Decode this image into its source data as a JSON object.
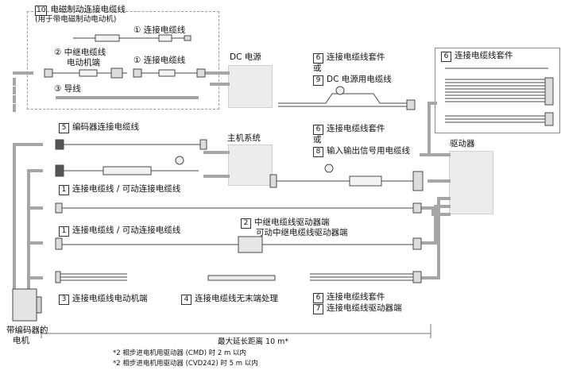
{
  "labels": {
    "brake_cable_num": "10",
    "brake_cable_title": "电磁制动连接电缆线",
    "brake_cable_sub": "(用于带电磁制动电动机)",
    "sub1_mark": "①",
    "sub1_text": "连接电缆线",
    "sub2_mark": "②",
    "sub2_text_a": "中继电缆线",
    "sub2_text_b": "电动机端",
    "sub1b_mark": "①",
    "sub1b_text": "连接电缆线",
    "sub3_mark": "③",
    "sub3_text": "导线",
    "dc_power": "DC 电源",
    "kit6a_num": "6",
    "kit6a_text": "连接电缆线套件",
    "or_a": "或",
    "cable9_num": "9",
    "cable9_text": "DC 电源用电缆线",
    "kit6r_num": "6",
    "kit6r_text": "连接电缆线套件",
    "enc_num": "5",
    "enc_text": "编码器连接电缆线",
    "host": "主机系统",
    "kit6b_num": "6",
    "kit6b_text": "连接电缆线套件",
    "or_b": "或",
    "cable8_num": "8",
    "cable8_text": "输入输出信号用电缆线",
    "driver": "驱动器",
    "c1a_num": "1",
    "c1a_text": "连接电缆线 / 可动连接电缆线",
    "c1b_num": "1",
    "c1b_text": "连接电缆线 / 可动连接电缆线",
    "c2_num": "2",
    "c2_text_a": "中继电缆线驱动器端",
    "c2_text_b": "可动中继电缆线驱动器端",
    "c3_num": "3",
    "c3_text": "连接电缆线电动机端",
    "c4_num": "4",
    "c4_text": "连接电缆线无末端处理",
    "kit6c_num": "6",
    "kit6c_text": "连接电缆线套件",
    "c7_num": "7",
    "c7_text": "连接电缆线驱动器端",
    "motor_a": "带编码器的",
    "motor_b": "电机",
    "max_distance": "最大延长距离 10 m*",
    "note1": "*2 相步进电机用驱动器 (CMD) 时 2 m 以内",
    "note2": "*2 相步进电机用驱动器 (CVD242) 时 5 m 以内"
  },
  "colors": {
    "wire": "#9a9a9a",
    "box_fill": "#ececec",
    "cable_line": "#555555"
  }
}
